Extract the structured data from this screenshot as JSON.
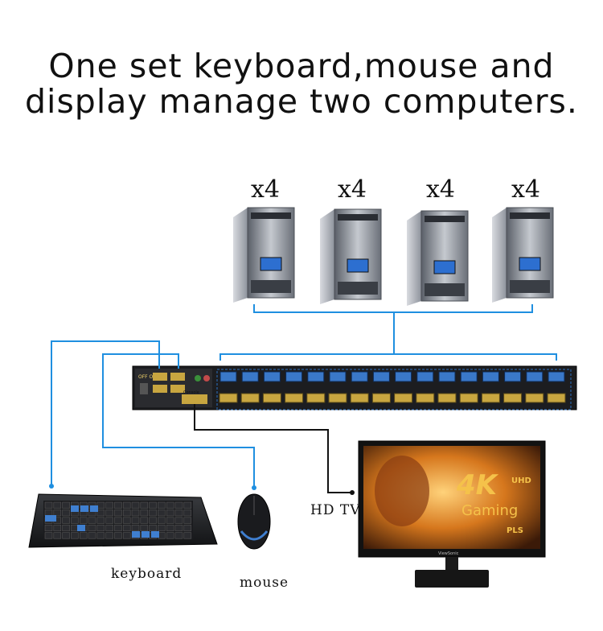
{
  "headline": {
    "line1": "One set keyboard,mouse and",
    "line2": "display manage two computers."
  },
  "computers": [
    {
      "qty": "x4"
    },
    {
      "qty": "x4"
    },
    {
      "qty": "x4"
    },
    {
      "qty": "x4"
    }
  ],
  "kvm": {
    "front_label": "OFF ON",
    "console_label": "Console"
  },
  "monitor": {
    "brand": "ViewSonic",
    "badge_top": "4K",
    "badge_uhd": "UHD",
    "badge_gaming": "Gaming",
    "badge_pls": "PLS"
  },
  "labels": {
    "hdtv": "HD TV",
    "keyboard": "keyboard",
    "mouse": "mouse"
  },
  "colors": {
    "link_blue": "#1f8fe0",
    "link_black": "#111111",
    "kvm_body": "#1c1d20",
    "port_blue": "#3a78c8",
    "monitor_glow": "#e8a030"
  }
}
